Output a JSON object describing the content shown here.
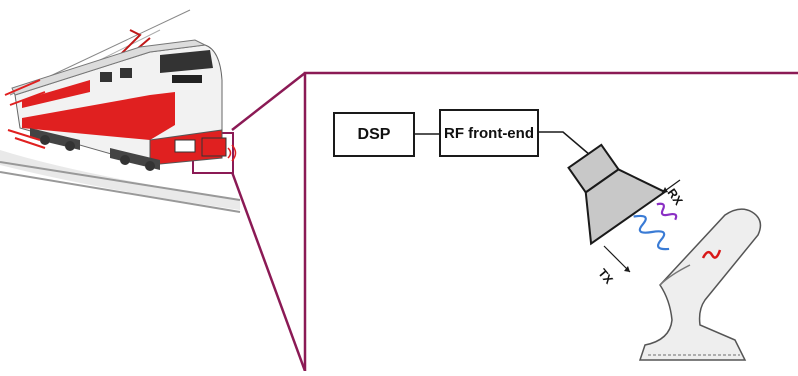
{
  "diagram": {
    "blocks": {
      "dsp": "DSP",
      "rf_front_end": "RF front-end"
    },
    "signals": {
      "rx": "RX",
      "tx": "TX"
    },
    "colors": {
      "frame": "#8b1a55",
      "train_red": "#e02020",
      "tx_wave": "#3a7bd5",
      "rx_wave": "#8a2fc4",
      "defect": "#d81818",
      "antenna_fill": "#c8c8c8"
    },
    "icons": [
      "train-icon",
      "horn-antenna-icon",
      "rail-cross-section-icon",
      "tx-wave-icon",
      "rx-wave-icon",
      "defect-icon"
    ]
  }
}
